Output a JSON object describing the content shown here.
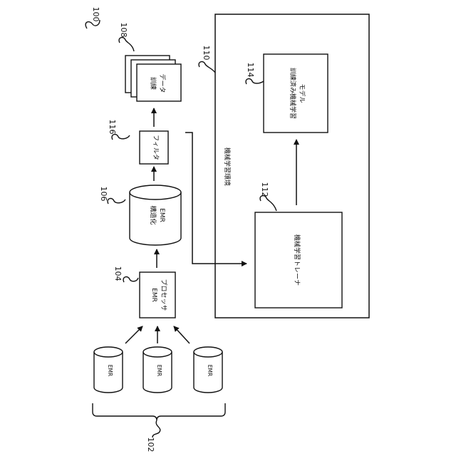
{
  "figure": {
    "ref_figure": "100",
    "ref_sources": "102",
    "ref_processor": "104",
    "ref_structured": "106",
    "ref_training_data": "108",
    "ref_environment": "110",
    "ref_trainer": "112",
    "ref_model": "114",
    "ref_filter": "116"
  },
  "emr_sources": [
    "EMR",
    "EMR",
    "EMR"
  ],
  "processor": {
    "line1": "EMR",
    "line2": "プロセッサ"
  },
  "structured": {
    "line1": "構造化",
    "line2": "EMR"
  },
  "filter": {
    "label": "フィルタ"
  },
  "training_data": {
    "line1": "訓練",
    "line2": "データ"
  },
  "environment": {
    "label": "機械学習環境"
  },
  "trainer": {
    "label": "機械学習トレーナ"
  },
  "model": {
    "line1": "訓練済み機械学習",
    "line2": "モデル"
  }
}
